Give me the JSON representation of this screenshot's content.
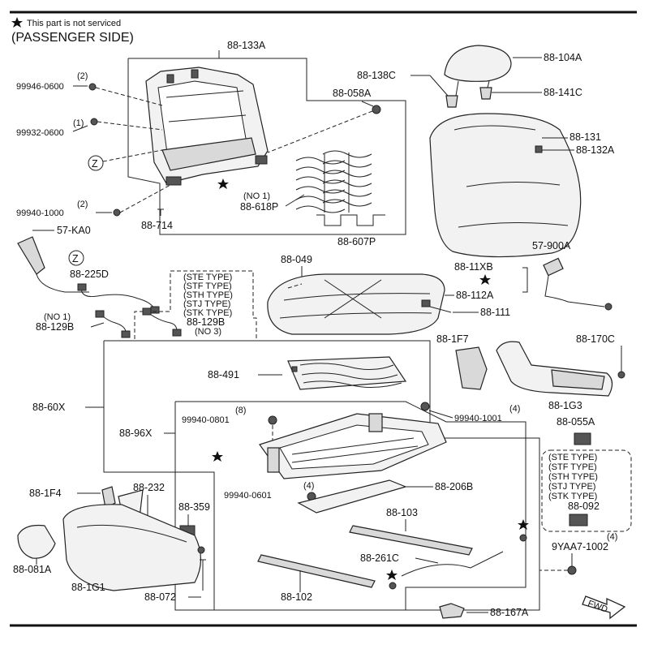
{
  "header": {
    "star_note": "This part is not serviced",
    "side": "(PASSENGER SIDE)"
  },
  "labels": {
    "p88_133A": "88-133A",
    "p99946_0600": "99946-0600",
    "q99946": "(2)",
    "p99932_0600": "99932-0600",
    "q99932": "(1)",
    "z_mark": "Z",
    "p88_058A": "88-058A",
    "p88_138C": "88-138C",
    "p88_104A": "88-104A",
    "p88_141C": "88-141C",
    "p88_131": "88-131",
    "p88_132A": "88-132A",
    "no1_a": "(NO 1)",
    "p88_618P": "88-618P",
    "p88_607P": "88-607P",
    "q99940_1000": "(2)",
    "p99940_1000": "99940-1000",
    "p88_714": "88-714",
    "p57_KA0": "57-KA0",
    "p57_900A": "57-900A",
    "p88_225D": "88-225D",
    "p88_049": "88-049",
    "p88_11XB": "88-11XB",
    "p88_112A": "88-112A",
    "p88_111": "88-111",
    "types_a": [
      "(STE TYPE)",
      "(STF TYPE)",
      "(STH TYPE)",
      "(STJ TYPE)",
      "(STK TYPE)"
    ],
    "p88_129B_a": "88-129B",
    "no3": "(NO 3)",
    "no1_b": "(NO 1)",
    "p88_129B_b": "88-129B",
    "p88_1F7": "88-1F7",
    "p88_170C": "88-170C",
    "p88_491": "88-491",
    "p88_1G3": "88-1G3",
    "p88_60X": "88-60X",
    "q99940_0801": "(8)",
    "p99940_0801": "99940-0801",
    "q99940_1001": "(4)",
    "p99940_1001": "99940-1001",
    "p88_96X": "88-96X",
    "p88_055A": "88-055A",
    "types_b": [
      "(STE TYPE)",
      "(STF TYPE)",
      "(STH TYPE)",
      "(STJ TYPE)",
      "(STK TYPE)"
    ],
    "p88_092": "88-092",
    "q99940_0601": "(4)",
    "p99940_0601": "99940-0601",
    "p88_206B": "88-206B",
    "p88_1F4": "88-1F4",
    "p88_232": "88-232",
    "p88_359": "88-359",
    "p88_103": "88-103",
    "q9YAA7": "(4)",
    "p9YAA7_1002": "9YAA7-1002",
    "p88_081A": "88-081A",
    "p88_1G1": "88-1G1",
    "p88_261C": "88-261C",
    "p88_072": "88-072",
    "p88_102": "88-102",
    "p88_167A": "88-167A",
    "fwd": "FWD"
  },
  "colors": {
    "line": "#222222",
    "part_fill": "#f2f2f2",
    "part_dark": "#555555"
  }
}
